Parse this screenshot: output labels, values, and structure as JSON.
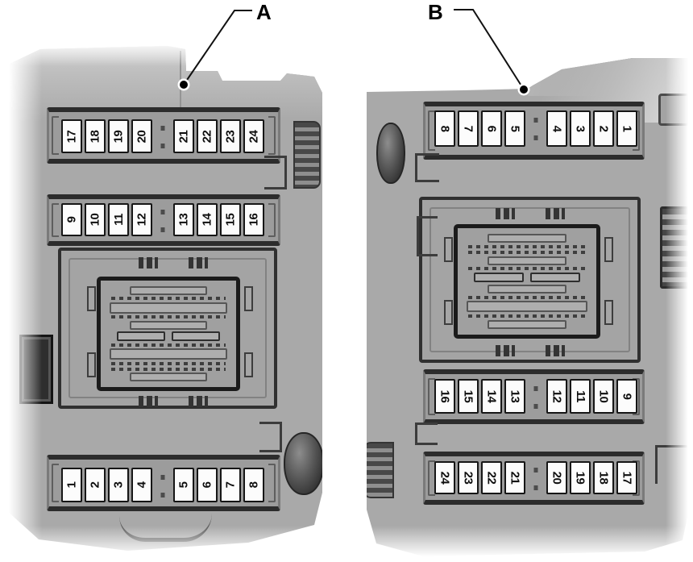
{
  "callouts": {
    "a": {
      "label": "A"
    },
    "b": {
      "label": "B"
    }
  },
  "panel_a": {
    "top_row": [
      "17",
      "18",
      "19",
      "20",
      "21",
      "22",
      "23",
      "24"
    ],
    "middle_row": [
      "9",
      "10",
      "11",
      "12",
      "13",
      "14",
      "15",
      "16"
    ],
    "bottom_row": [
      "1",
      "2",
      "3",
      "4",
      "5",
      "6",
      "7",
      "8"
    ]
  },
  "panel_b": {
    "top_row": [
      "8",
      "7",
      "6",
      "5",
      "4",
      "3",
      "2",
      "1"
    ],
    "middle_row": [
      "16",
      "15",
      "14",
      "13",
      "12",
      "11",
      "10",
      "9"
    ],
    "bottom_row": [
      "24",
      "23",
      "22",
      "21",
      "20",
      "19",
      "18",
      "17"
    ]
  },
  "colors": {
    "background": "#ffffff",
    "panel_body": "#a9a9a9",
    "tray_fill": "#9c9c9c",
    "rail_dark": "#2c2c2c",
    "fuse_fill": "#fcfcfc",
    "fuse_border": "#161616",
    "connector_border": "#1b1b1b",
    "callout_line": "#111111"
  }
}
